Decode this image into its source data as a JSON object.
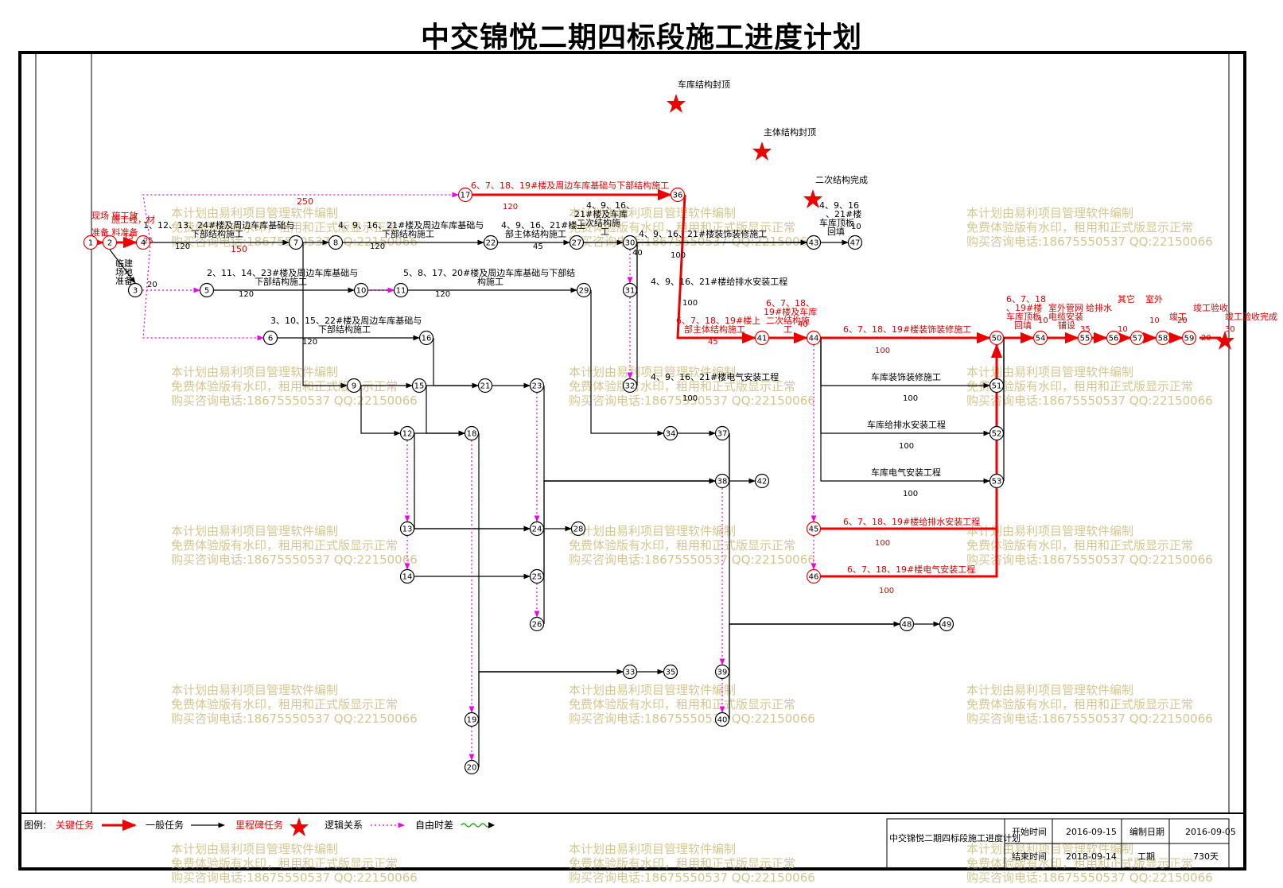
{
  "title": "中交锦悦二期四标段施工进度计划",
  "milestones": [
    {
      "label": "车库结构封顶"
    },
    {
      "label": "主体结构封顶"
    },
    {
      "label": "二次结构完成"
    }
  ],
  "tasks": [
    {
      "id": "a1",
      "label": "现场 施工放",
      "dur": "15",
      "critical": true
    },
    {
      "id": "a2",
      "label": "施工线，材",
      "dur": "25",
      "critical": true
    },
    {
      "id": "a3",
      "label": "准备 料准备",
      "dur": "",
      "critical": true
    },
    {
      "id": "a4",
      "label": "1、12、13、24#楼及周边车库基础与",
      "dur": "120",
      "critical": false
    },
    {
      "id": "a4b",
      "label": "下部结构施工",
      "dur": "",
      "critical": false
    },
    {
      "id": "a5",
      "label": "150",
      "dur": "",
      "critical": true
    },
    {
      "id": "a6",
      "label": "4、9、16、21#楼及周边车库基础与",
      "dur": "120",
      "critical": false
    },
    {
      "id": "a6b",
      "label": "下部结构施工",
      "dur": "",
      "critical": false
    },
    {
      "id": "a7",
      "label": "4、9、16、21#楼上",
      "dur": "45",
      "critical": false
    },
    {
      "id": "a7b",
      "label": "部主体结构施工",
      "dur": "",
      "critical": false
    },
    {
      "id": "a8",
      "label": "4、9、16、",
      "dur": "",
      "critical": false
    },
    {
      "id": "a8b",
      "label": "21#楼及车库",
      "dur": "",
      "critical": false
    },
    {
      "id": "a8c",
      "label": "二次结构施",
      "dur": "",
      "critical": false
    },
    {
      "id": "a8d",
      "label": "工",
      "dur": "40",
      "critical": false
    },
    {
      "id": "a9",
      "label": "4、9、16、21#楼装饰装修施工",
      "dur": "100",
      "critical": false
    },
    {
      "id": "a10",
      "label": "4、9、16、21#楼给排水安装工程",
      "dur": "100",
      "critical": false
    },
    {
      "id": "a11",
      "label": "4、9、16、21#楼电气安装工程",
      "dur": "100",
      "critical": false
    },
    {
      "id": "a12",
      "label": "6、7、18、19#楼及周边车库基础与下部结构施工",
      "dur": "120",
      "critical": true
    },
    {
      "id": "a13",
      "label": "250",
      "dur": "",
      "critical": true
    },
    {
      "id": "a14",
      "label": "临建",
      "dur": "20",
      "critical": false
    },
    {
      "id": "a14b",
      "label": "场地",
      "dur": "",
      "critical": false
    },
    {
      "id": "a14c",
      "label": "准备",
      "dur": "",
      "critical": false
    },
    {
      "id": "a15",
      "label": "2、11、14、23#楼及周边车库基础与",
      "dur": "120",
      "critical": false
    },
    {
      "id": "a15b",
      "label": "下部结构施工",
      "dur": "",
      "critical": false
    },
    {
      "id": "a16",
      "label": "5、8、17、20#楼及周边车库基础与下部结",
      "dur": "120",
      "critical": false
    },
    {
      "id": "a16b",
      "label": "构施工",
      "dur": "",
      "critical": false
    },
    {
      "id": "a17",
      "label": "3、10、15、22#楼及周边车库基础与",
      "dur": "120",
      "critical": false
    },
    {
      "id": "a17b",
      "label": "下部结构施工",
      "dur": "",
      "critical": false
    },
    {
      "id": "a18",
      "label": "6、7、18、19#楼上",
      "dur": "45",
      "critical": true
    },
    {
      "id": "a18b",
      "label": "部主体结构施工",
      "dur": "",
      "critical": true
    },
    {
      "id": "a19",
      "label": "6、7、18、",
      "dur": "40",
      "critical": true
    },
    {
      "id": "a19b",
      "label": "19#楼及车库",
      "dur": "",
      "critical": true
    },
    {
      "id": "a19c",
      "label": "二次结构施",
      "dur": "",
      "critical": true
    },
    {
      "id": "a19d",
      "label": "工",
      "dur": "",
      "critical": true
    },
    {
      "id": "a20",
      "label": "6、7、18、19#楼装饰装修施工",
      "dur": "100",
      "critical": true
    },
    {
      "id": "a21",
      "label": "6、7、18、19#楼给排水安装工程",
      "dur": "100",
      "critical": true
    },
    {
      "id": "a22",
      "label": "6、7、18、19#楼电气安装工程",
      "dur": "100",
      "critical": true
    },
    {
      "id": "a23",
      "label": "车库装饰装修施工",
      "dur": "100",
      "critical": false
    },
    {
      "id": "a24",
      "label": "车库给排水安装工程",
      "dur": "100",
      "critical": false
    },
    {
      "id": "a25",
      "label": "车库电气安装工程",
      "dur": "100",
      "critical": false
    },
    {
      "id": "a26",
      "label": "4、9、16",
      "dur": "10",
      "critical": false
    },
    {
      "id": "a26b",
      "label": "、21#楼",
      "dur": "",
      "critical": false
    },
    {
      "id": "a26c",
      "label": "车库顶板",
      "dur": "",
      "critical": false
    },
    {
      "id": "a26d",
      "label": "回填",
      "dur": "",
      "critical": false
    },
    {
      "id": "a27",
      "label": "6、7、18",
      "dur": "10",
      "critical": true
    },
    {
      "id": "a27b",
      "label": "、19#楼",
      "dur": "",
      "critical": true
    },
    {
      "id": "a27c",
      "label": "车库顶板",
      "dur": "",
      "critical": true
    },
    {
      "id": "a27d",
      "label": "回填",
      "dur": "",
      "critical": true
    },
    {
      "id": "a28",
      "label": "室外管网",
      "dur": "35",
      "critical": true
    },
    {
      "id": "a29",
      "label": "电缆安装",
      "dur": "",
      "critical": true
    },
    {
      "id": "a30",
      "label": "铺设",
      "dur": "",
      "critical": true
    },
    {
      "id": "a31",
      "label": "给排水",
      "dur": "10",
      "critical": true
    },
    {
      "id": "a32",
      "label": "其它",
      "dur": "10",
      "critical": true
    },
    {
      "id": "a33",
      "label": "室外",
      "dur": "20",
      "critical": true
    },
    {
      "id": "a34",
      "label": "竣工",
      "dur": "20",
      "critical": true
    },
    {
      "id": "a35",
      "label": "竣工验收",
      "dur": "30",
      "critical": true
    },
    {
      "id": "a36",
      "label": "竣工验收完成",
      "dur": "",
      "critical": true
    }
  ],
  "legend": {
    "label": "图例:",
    "critical": "关键任务",
    "normal": "一般任务",
    "milestone": "里程碑任务",
    "logic": "逻辑关系",
    "float": "自由时差"
  },
  "info": {
    "project_name": "中交锦悦二期四标段施工进度计划",
    "start_label": "开始时间",
    "start": "2016-09-15",
    "compile_label": "编制日期",
    "compile": "2016-09-05",
    "end_label": "结束时间",
    "end": "2018-09-14",
    "duration_label": "工期",
    "duration": "730天"
  },
  "watermark": {
    "line1": "本计划由易利项目管理软件编制",
    "line2": "免费体验版有水印，租用和正式版显示正常",
    "line3": "购买咨询电话:18675550537 QQ:22150066"
  },
  "colors": {
    "critical": "#ee0000",
    "normal": "#000000",
    "logic": "#ee00ee",
    "float": "#00aa00",
    "watermark": "#c8b46a"
  }
}
